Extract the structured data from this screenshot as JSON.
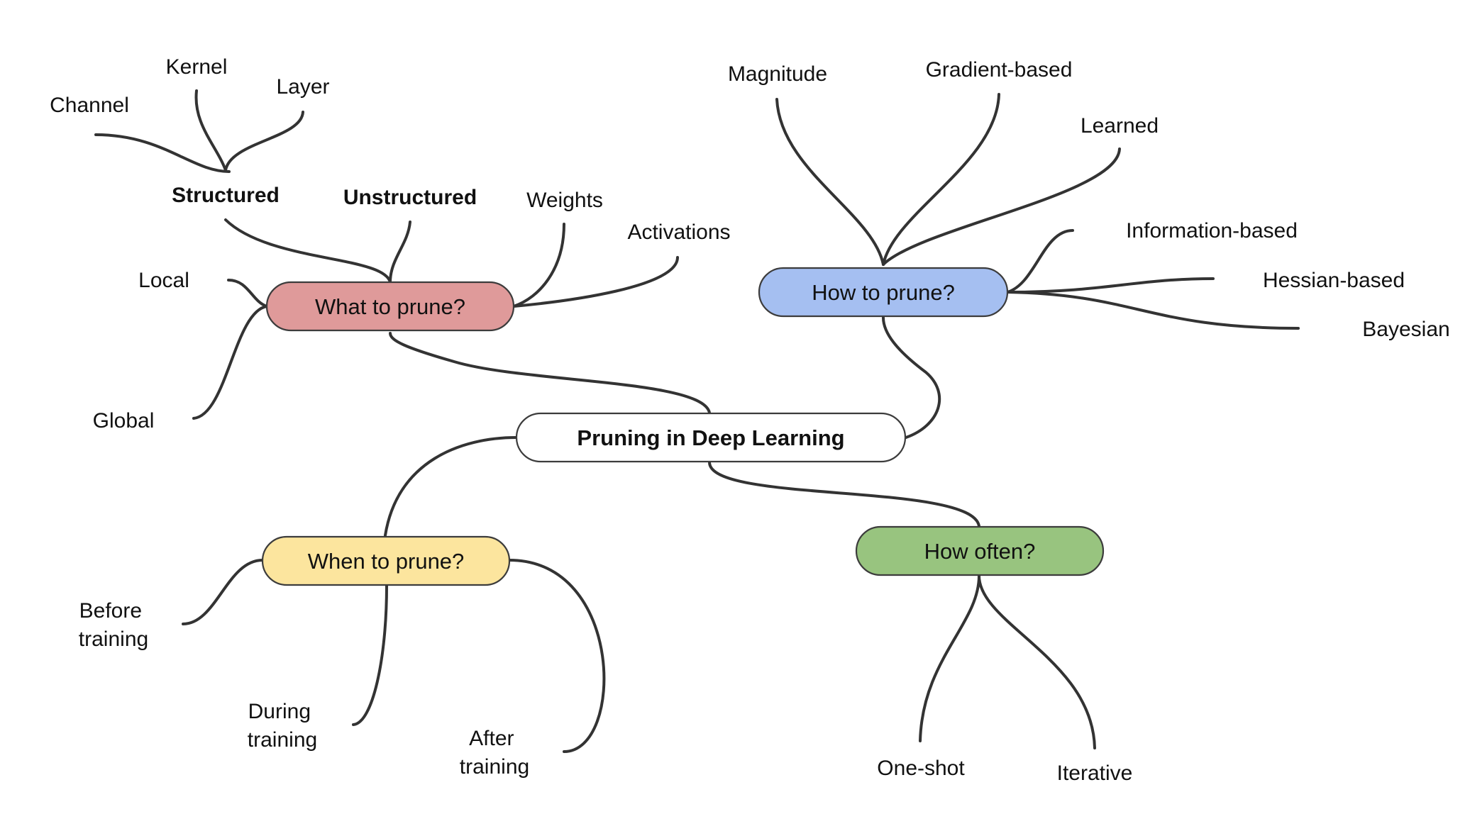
{
  "center": {
    "label": "Pruning in Deep Learning",
    "color": "#ffffff"
  },
  "branches": {
    "what": {
      "label": "What to prune?",
      "color": "#df9a9a"
    },
    "how": {
      "label": "How to prune?",
      "color": "#a5bff1"
    },
    "when": {
      "label": "When to prune?",
      "color": "#fce59e"
    },
    "often": {
      "label": "How often?",
      "color": "#98c47f"
    }
  },
  "leaves": {
    "structured": "Structured",
    "unstructured": "Unstructured",
    "channel": "Channel",
    "kernel": "Kernel",
    "layer": "Layer",
    "weights": "Weights",
    "activations": "Activations",
    "local": "Local",
    "global": "Global",
    "magnitude": "Magnitude",
    "gradient": "Gradient-based",
    "learned": "Learned",
    "information": "Information-based",
    "hessian": "Hessian-based",
    "bayesian": "Bayesian",
    "before": [
      "Before",
      "training"
    ],
    "during": [
      "During",
      "training"
    ],
    "after": [
      "After",
      "training"
    ],
    "oneshot": "One-shot",
    "iterative": "Iterative"
  }
}
